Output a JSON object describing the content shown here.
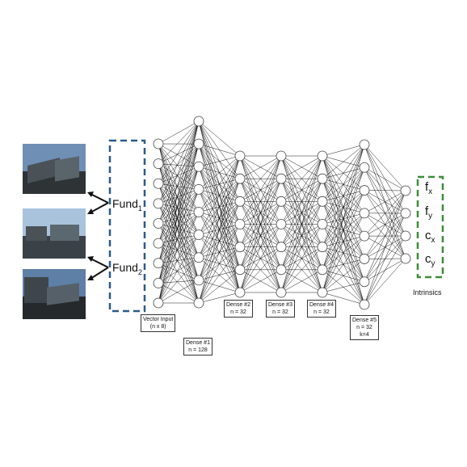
{
  "inputs": {
    "fund1": {
      "base": "Fund",
      "sub": "1"
    },
    "fund2": {
      "base": "Fund",
      "sub": "2"
    }
  },
  "layers": [
    {
      "name": "Vector Input",
      "detail": "(n x 8)",
      "nodes": 9
    },
    {
      "name": "Dense #1",
      "detail": "n = 128",
      "nodes": 9
    },
    {
      "name": "Dense #2",
      "detail": "n = 32",
      "nodes": 7
    },
    {
      "name": "Dense #3",
      "detail": "n = 32",
      "nodes": 7
    },
    {
      "name": "Dense #4",
      "detail": "n = 32",
      "nodes": 7
    },
    {
      "name": "Dense #5",
      "detail": "n = 32",
      "detail2": "k=4",
      "nodes": 8
    },
    {
      "name": "",
      "detail": "",
      "nodes": 4
    }
  ],
  "outputs": {
    "fx": {
      "base": "f",
      "sub": "x"
    },
    "fy": {
      "base": "f",
      "sub": "y"
    },
    "cx": {
      "base": "c",
      "sub": "x"
    },
    "cy": {
      "base": "c",
      "sub": "y"
    },
    "title": "Intrinsics"
  },
  "colors": {
    "input_box": "#2b5a8c",
    "output_box": "#3f8a3a",
    "edge": "#000000",
    "node_stroke": "#444444"
  }
}
